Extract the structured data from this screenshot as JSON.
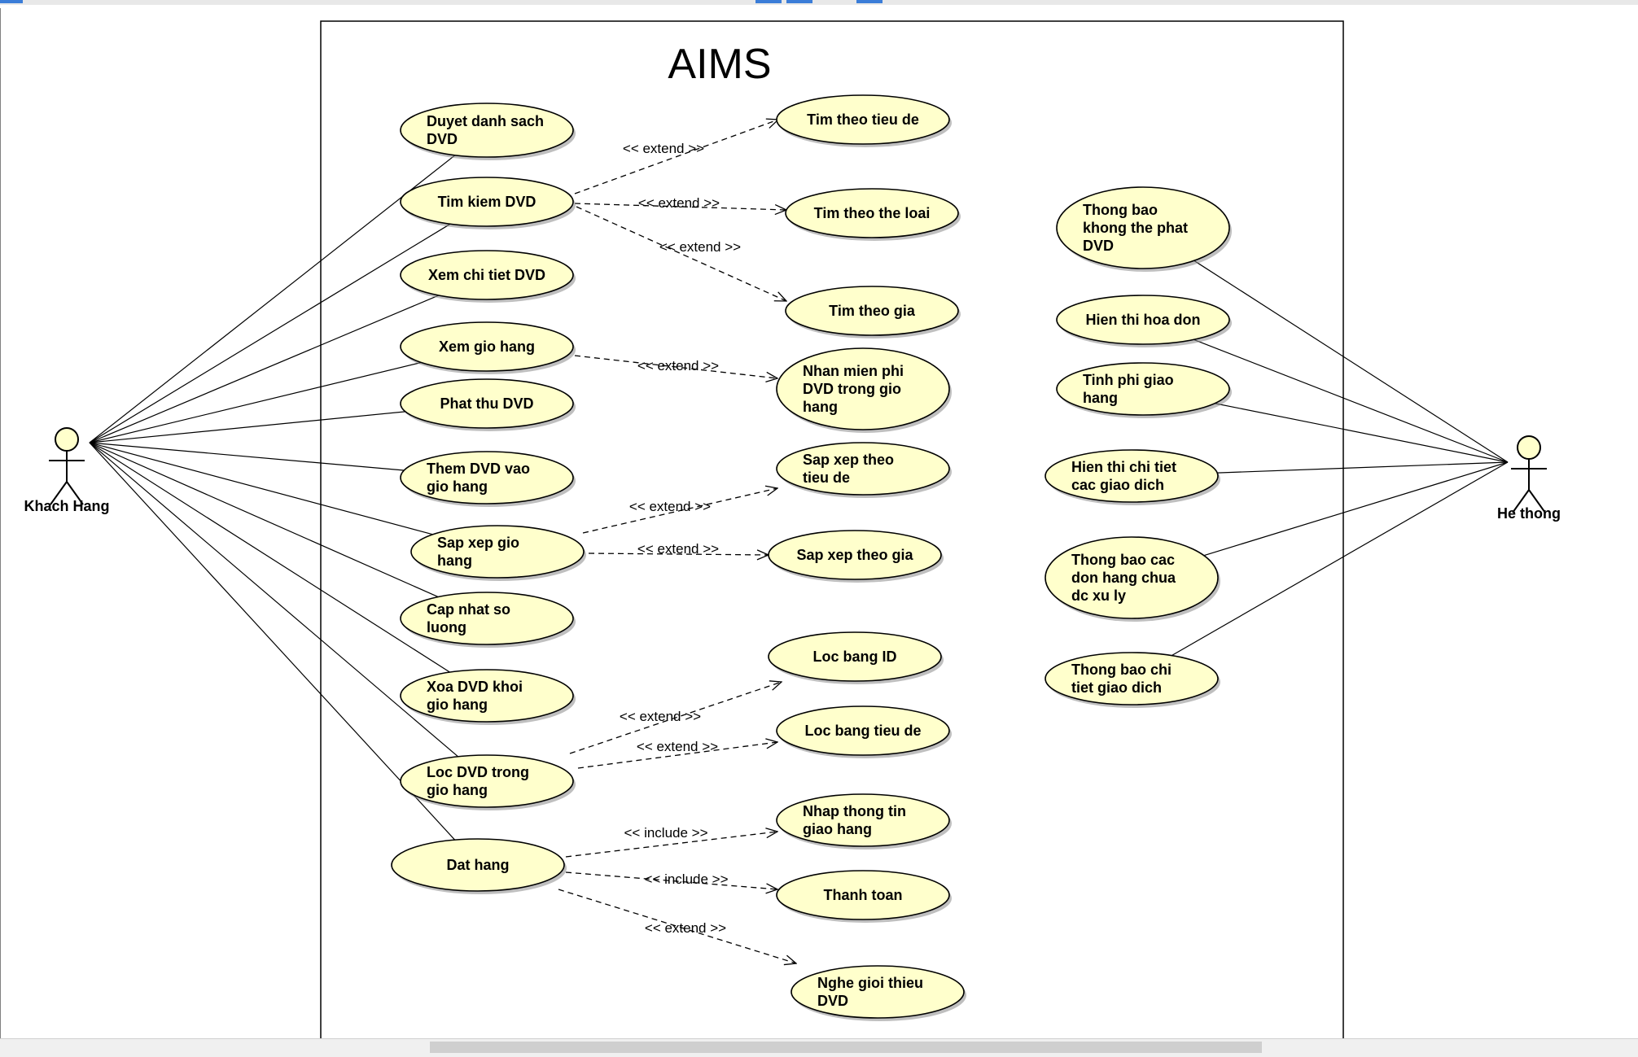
{
  "diagram": {
    "title": "AIMS",
    "actors": [
      {
        "id": "customer",
        "label": "Khach Hang"
      },
      {
        "id": "system",
        "label": "He thong"
      }
    ],
    "use_cases": [
      {
        "id": "uc_browse",
        "lines": [
          "Duyet danh sach",
          "DVD"
        ]
      },
      {
        "id": "uc_search",
        "lines": [
          "Tim kiem DVD"
        ]
      },
      {
        "id": "uc_detail",
        "lines": [
          "Xem chi tiet DVD"
        ]
      },
      {
        "id": "uc_cart",
        "lines": [
          "Xem gio hang"
        ]
      },
      {
        "id": "uc_play",
        "lines": [
          "Phat thu DVD"
        ]
      },
      {
        "id": "uc_add",
        "lines": [
          "Them DVD vao",
          "gio hang"
        ]
      },
      {
        "id": "uc_sort",
        "lines": [
          "Sap xep gio",
          "hang"
        ]
      },
      {
        "id": "uc_update",
        "lines": [
          "Cap nhat so",
          "luong"
        ]
      },
      {
        "id": "uc_remove",
        "lines": [
          "Xoa DVD khoi",
          "gio hang"
        ]
      },
      {
        "id": "uc_filter",
        "lines": [
          "Loc DVD trong",
          "gio hang"
        ]
      },
      {
        "id": "uc_order",
        "lines": [
          "Dat hang"
        ]
      },
      {
        "id": "uc_s_title",
        "lines": [
          "Tim theo tieu de"
        ]
      },
      {
        "id": "uc_s_genre",
        "lines": [
          "Tim theo the loai"
        ]
      },
      {
        "id": "uc_s_price",
        "lines": [
          "Tim theo gia"
        ]
      },
      {
        "id": "uc_freeship",
        "lines": [
          "Nhan mien phi",
          "DVD trong gio",
          "hang"
        ]
      },
      {
        "id": "uc_sort_title",
        "lines": [
          "Sap xep theo",
          "tieu de"
        ]
      },
      {
        "id": "uc_sort_price",
        "lines": [
          "Sap xep theo gia"
        ]
      },
      {
        "id": "uc_f_id",
        "lines": [
          "Loc bang ID"
        ]
      },
      {
        "id": "uc_f_title",
        "lines": [
          "Loc bang tieu de"
        ]
      },
      {
        "id": "uc_ship_info",
        "lines": [
          "Nhap thong tin",
          "giao hang"
        ]
      },
      {
        "id": "uc_pay",
        "lines": [
          "Thanh toan"
        ]
      },
      {
        "id": "uc_preview",
        "lines": [
          "Nghe gioi thieu",
          "DVD"
        ]
      },
      {
        "id": "uc_notify_unplay",
        "lines": [
          "Thong bao",
          "khong the phat",
          "DVD"
        ]
      },
      {
        "id": "uc_invoice",
        "lines": [
          "Hien thi hoa don"
        ]
      },
      {
        "id": "uc_fee",
        "lines": [
          "Tinh phi giao",
          "hang"
        ]
      },
      {
        "id": "uc_tx_detail",
        "lines": [
          "Hien thi chi tiet",
          "cac giao dich"
        ]
      },
      {
        "id": "uc_pending",
        "lines": [
          "Thong bao cac",
          "don hang chua",
          "dc xu ly"
        ]
      },
      {
        "id": "uc_tx_notify",
        "lines": [
          "Thong bao chi",
          "tiet giao dich"
        ]
      }
    ],
    "associations": [
      [
        "customer",
        "uc_browse"
      ],
      [
        "customer",
        "uc_search"
      ],
      [
        "customer",
        "uc_detail"
      ],
      [
        "customer",
        "uc_cart"
      ],
      [
        "customer",
        "uc_play"
      ],
      [
        "customer",
        "uc_add"
      ],
      [
        "customer",
        "uc_sort"
      ],
      [
        "customer",
        "uc_update"
      ],
      [
        "customer",
        "uc_remove"
      ],
      [
        "customer",
        "uc_filter"
      ],
      [
        "customer",
        "uc_order"
      ],
      [
        "system",
        "uc_notify_unplay"
      ],
      [
        "system",
        "uc_invoice"
      ],
      [
        "system",
        "uc_fee"
      ],
      [
        "system",
        "uc_tx_detail"
      ],
      [
        "system",
        "uc_pending"
      ],
      [
        "system",
        "uc_tx_notify"
      ]
    ],
    "relations": [
      {
        "from": "uc_search",
        "to": "uc_s_title",
        "label": "<< extend >>"
      },
      {
        "from": "uc_search",
        "to": "uc_s_genre",
        "label": "<< extend >>"
      },
      {
        "from": "uc_search",
        "to": "uc_s_price",
        "label": "<< extend >>"
      },
      {
        "from": "uc_cart",
        "to": "uc_freeship",
        "label": "<< extend >>"
      },
      {
        "from": "uc_sort",
        "to": "uc_sort_title",
        "label": "<< extend >>"
      },
      {
        "from": "uc_sort",
        "to": "uc_sort_price",
        "label": "<< extend >>"
      },
      {
        "from": "uc_filter",
        "to": "uc_f_id",
        "label": "<< extend >>"
      },
      {
        "from": "uc_filter",
        "to": "uc_f_title",
        "label": "<< extend >>"
      },
      {
        "from": "uc_order",
        "to": "uc_ship_info",
        "label": "<< include >>"
      },
      {
        "from": "uc_order",
        "to": "uc_pay",
        "label": "<< include >>"
      },
      {
        "from": "uc_order",
        "to": "uc_preview",
        "label": "<< extend >>"
      }
    ]
  },
  "colors": {
    "use_case_fill": "#ffffcc",
    "stroke": "#000000",
    "boundary": "#000000",
    "toolbar_accent": "#3b7dd8"
  }
}
